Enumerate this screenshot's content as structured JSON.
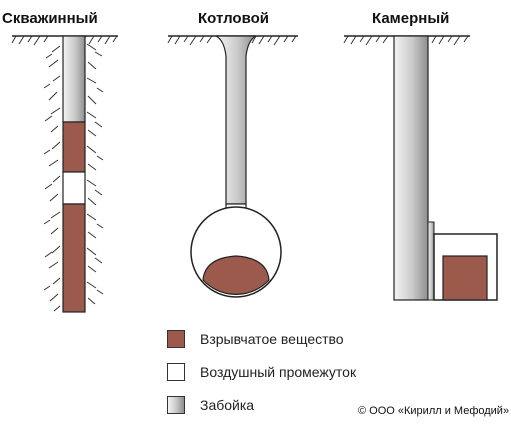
{
  "titles": {
    "borehole": "Скважинный",
    "pot": "Котловой",
    "chamber": "Камерный"
  },
  "legend": {
    "explosive": "Взрывчатое вещество",
    "air_gap": "Воздушный промежуток",
    "stemming": "Забойка"
  },
  "copyright": "© ООО «Кирилл и Мефодий»",
  "colors": {
    "explosive": "#9b5a4b",
    "air_gap": "#ffffff",
    "stemming_light": "#f2f2f2",
    "stemming_dark": "#9a9a9a",
    "outline": "#222222"
  }
}
